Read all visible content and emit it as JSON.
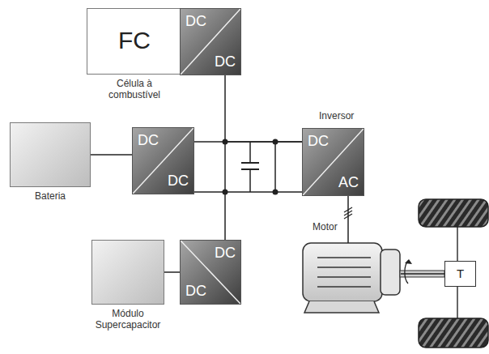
{
  "diagram": {
    "nodes": [
      {
        "text": [
          "FC",
          "Célula à combustível"
        ]
      },
      {
        "text": [
          "DC",
          "DC"
        ]
      },
      {
        "text": [
          "Bateria"
        ]
      },
      {
        "text": [
          "DC",
          "DC"
        ]
      },
      {
        "text": [
          "Inversor",
          "DC",
          "AC"
        ]
      },
      {
        "text": [
          "Módulo Supercapacitor"
        ]
      },
      {
        "text": [
          "DC",
          "DC"
        ]
      },
      {
        "text": [
          "Motor"
        ]
      },
      {
        "text": [
          "T"
        ]
      }
    ],
    "edges": [
      {
        "from": 0,
        "to": 1,
        "arrow": "none"
      },
      {
        "from": 2,
        "to": 3,
        "arrow": "none"
      },
      {
        "from": 5,
        "to": 6,
        "arrow": "none"
      },
      {
        "from": 1,
        "to": 4,
        "arrow": "none"
      },
      {
        "from": 3,
        "to": 4,
        "arrow": "none"
      },
      {
        "from": 6,
        "to": 4,
        "arrow": "none"
      },
      {
        "from": 4,
        "to": 7,
        "arrow": "none"
      },
      {
        "from": 7,
        "to": 8,
        "arrow": "none"
      }
    ]
  }
}
